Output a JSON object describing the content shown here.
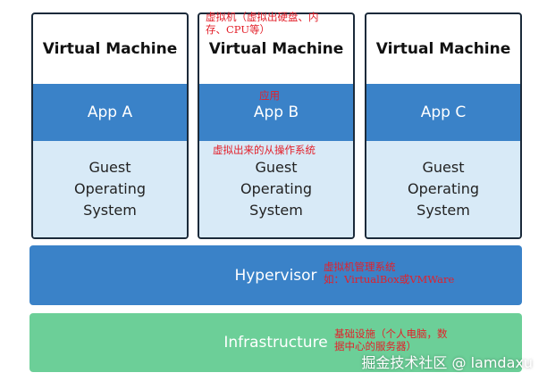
{
  "virtual_machines": [
    {
      "title": "Virtual Machine",
      "app": "App A",
      "os": [
        "Guest",
        "Operating",
        "System"
      ]
    },
    {
      "title": "Virtual Machine",
      "app": "App B",
      "os": [
        "Guest",
        "Operating",
        "System"
      ]
    },
    {
      "title": "Virtual Machine",
      "app": "App C",
      "os": [
        "Guest",
        "Operating",
        "System"
      ]
    }
  ],
  "hypervisor": {
    "label": "Hypervisor"
  },
  "infrastructure": {
    "label": "Infrastructure"
  },
  "annotations": {
    "vm": [
      "虚拟机（虚拟出硬盘、内",
      "存、CPU等）"
    ],
    "app": "应用",
    "guest_os": "虚拟出来的从操作系统",
    "hypervisor": [
      "虚拟机管理系统",
      "如：VirtualBox或VMWare"
    ],
    "infrastructure": [
      "基础设施（个人电脑，数",
      "据中心的服务器）"
    ]
  },
  "watermark": "掘金技术社区 @ lamdaxu",
  "colors": {
    "app_blue": "#3a82c8",
    "os_light_blue": "#d8eaf7",
    "infra_green": "#6ccf98",
    "annotation_red": "#e3202a",
    "border_dark": "#1b2a3a"
  }
}
